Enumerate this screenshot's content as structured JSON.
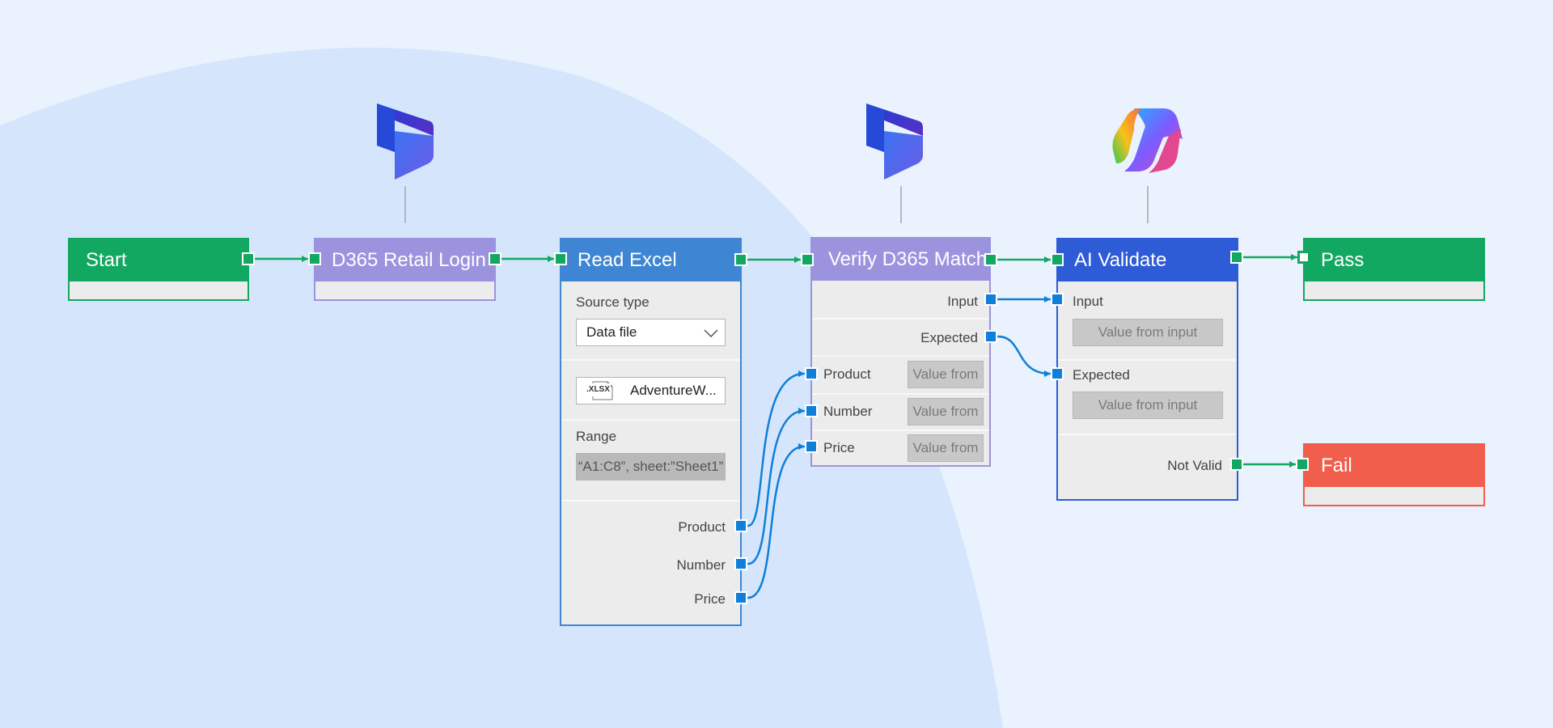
{
  "nodes": {
    "start": {
      "title": "Start"
    },
    "login": {
      "title": "D365 Retail Login"
    },
    "read_excel": {
      "title": "Read Excel",
      "source_type_label": "Source type",
      "source_type_value": "Data file",
      "file_badge": ".XLSX",
      "file_name": "AdventureW...",
      "range_label": "Range",
      "range_value": "“A1:C8”, sheet:”Sheet1”",
      "outputs": [
        "Product",
        "Number",
        "Price"
      ]
    },
    "verify": {
      "title": "Verify D365 Match...",
      "outputs": [
        "Input",
        "Expected"
      ],
      "inputs": [
        {
          "label": "Product",
          "value": "Value from"
        },
        {
          "label": "Number",
          "value": "Value from"
        },
        {
          "label": "Price",
          "value": "Value from"
        }
      ]
    },
    "ai_validate": {
      "title": "AI Validate",
      "input_label": "Input",
      "input_value": "Value from input",
      "expected_label": "Expected",
      "expected_value": "Value from input",
      "not_valid_label": "Not Valid"
    },
    "pass": {
      "title": "Pass"
    },
    "fail": {
      "title": "Fail"
    }
  },
  "colors": {
    "green": "#13a862",
    "login_purple": "#9c93df",
    "excel_blue": "#3e86d3",
    "verify_purple": "#9c93df",
    "ai_blue": "#2e5bd6",
    "fail_red": "#f15e4c",
    "wire_blue": "#0f7fd8"
  },
  "icons": {
    "login_logo": "dynamics-365-icon",
    "verify_logo": "dynamics-365-icon",
    "ai_logo": "copilot-icon",
    "file": "xlsx-file-icon",
    "dropdown": "chevron-down-icon"
  }
}
